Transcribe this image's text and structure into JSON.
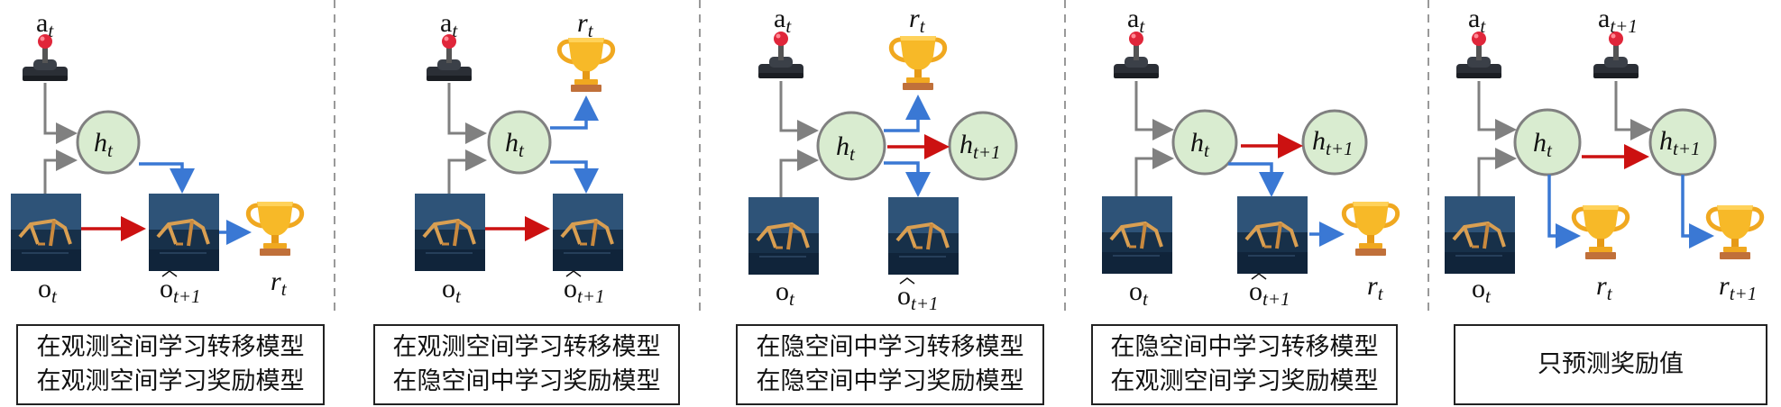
{
  "labels": {
    "action": "a",
    "action_sub": "t",
    "action_next_sub": "t+1",
    "hidden": "h",
    "hidden_sub": "t",
    "hidden_next_sub": "t+1",
    "reward": "r",
    "reward_sub": "t",
    "reward_next_sub": "t+1",
    "obs": "o",
    "obs_sub": "t",
    "obs_pred_sub": "t+1"
  },
  "panels": [
    {
      "caption": [
        "在观测空间学习转移模型",
        "在观测空间学习奖励模型"
      ]
    },
    {
      "caption": [
        "在观测空间学习转移模型",
        "在隐空间中学习奖励模型"
      ]
    },
    {
      "caption": [
        "在隐空间中学习转移模型",
        "在隐空间中学习奖励模型"
      ]
    },
    {
      "caption": [
        "在隐空间中学习转移模型",
        "在观测空间学习奖励模型"
      ]
    },
    {
      "caption": [
        "只预测奖励值"
      ]
    }
  ],
  "colors": {
    "gray_arrow": "#808080",
    "blue_arrow": "#3a78d4",
    "red_arrow": "#cc1111",
    "node_fill": "#d9ecd0",
    "node_stroke": "#808080",
    "divider": "#999999"
  }
}
